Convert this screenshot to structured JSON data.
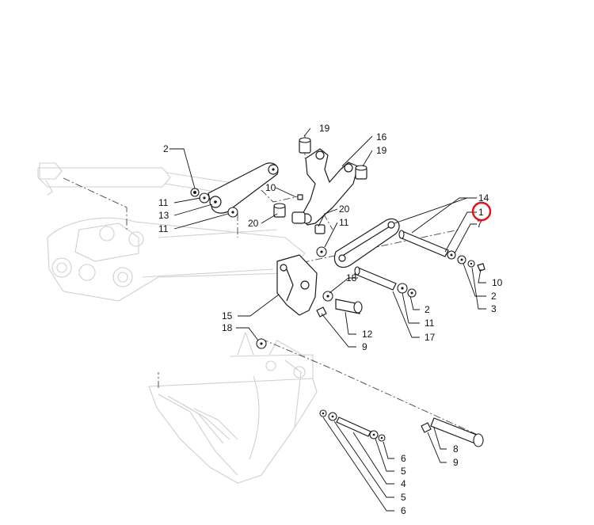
{
  "diagram": {
    "highlight_color": "#e0101a",
    "highlighted_callout": "1",
    "callouts": [
      {
        "id": "c1",
        "text": "19"
      },
      {
        "id": "c2",
        "text": "16"
      },
      {
        "id": "c3",
        "text": "19"
      },
      {
        "id": "c4",
        "text": "2"
      },
      {
        "id": "c5",
        "text": "10"
      },
      {
        "id": "c6",
        "text": "11"
      },
      {
        "id": "c7",
        "text": "13"
      },
      {
        "id": "c8",
        "text": "11"
      },
      {
        "id": "c9",
        "text": "20"
      },
      {
        "id": "c10",
        "text": "20"
      },
      {
        "id": "c11",
        "text": "11"
      },
      {
        "id": "c12",
        "text": "14"
      },
      {
        "id": "c13",
        "text": "1"
      },
      {
        "id": "c14",
        "text": "7"
      },
      {
        "id": "c15",
        "text": "10"
      },
      {
        "id": "c16",
        "text": "2"
      },
      {
        "id": "c17",
        "text": "3"
      },
      {
        "id": "c18",
        "text": "18"
      },
      {
        "id": "c19",
        "text": "2"
      },
      {
        "id": "c20",
        "text": "11"
      },
      {
        "id": "c21",
        "text": "17"
      },
      {
        "id": "c22",
        "text": "15"
      },
      {
        "id": "c23",
        "text": "12"
      },
      {
        "id": "c24",
        "text": "9"
      },
      {
        "id": "c25",
        "text": "18"
      },
      {
        "id": "c26",
        "text": "6"
      },
      {
        "id": "c27",
        "text": "5"
      },
      {
        "id": "c28",
        "text": "4"
      },
      {
        "id": "c29",
        "text": "5"
      },
      {
        "id": "c30",
        "text": "6"
      },
      {
        "id": "c31",
        "text": "8"
      },
      {
        "id": "c32",
        "text": "9"
      }
    ]
  }
}
